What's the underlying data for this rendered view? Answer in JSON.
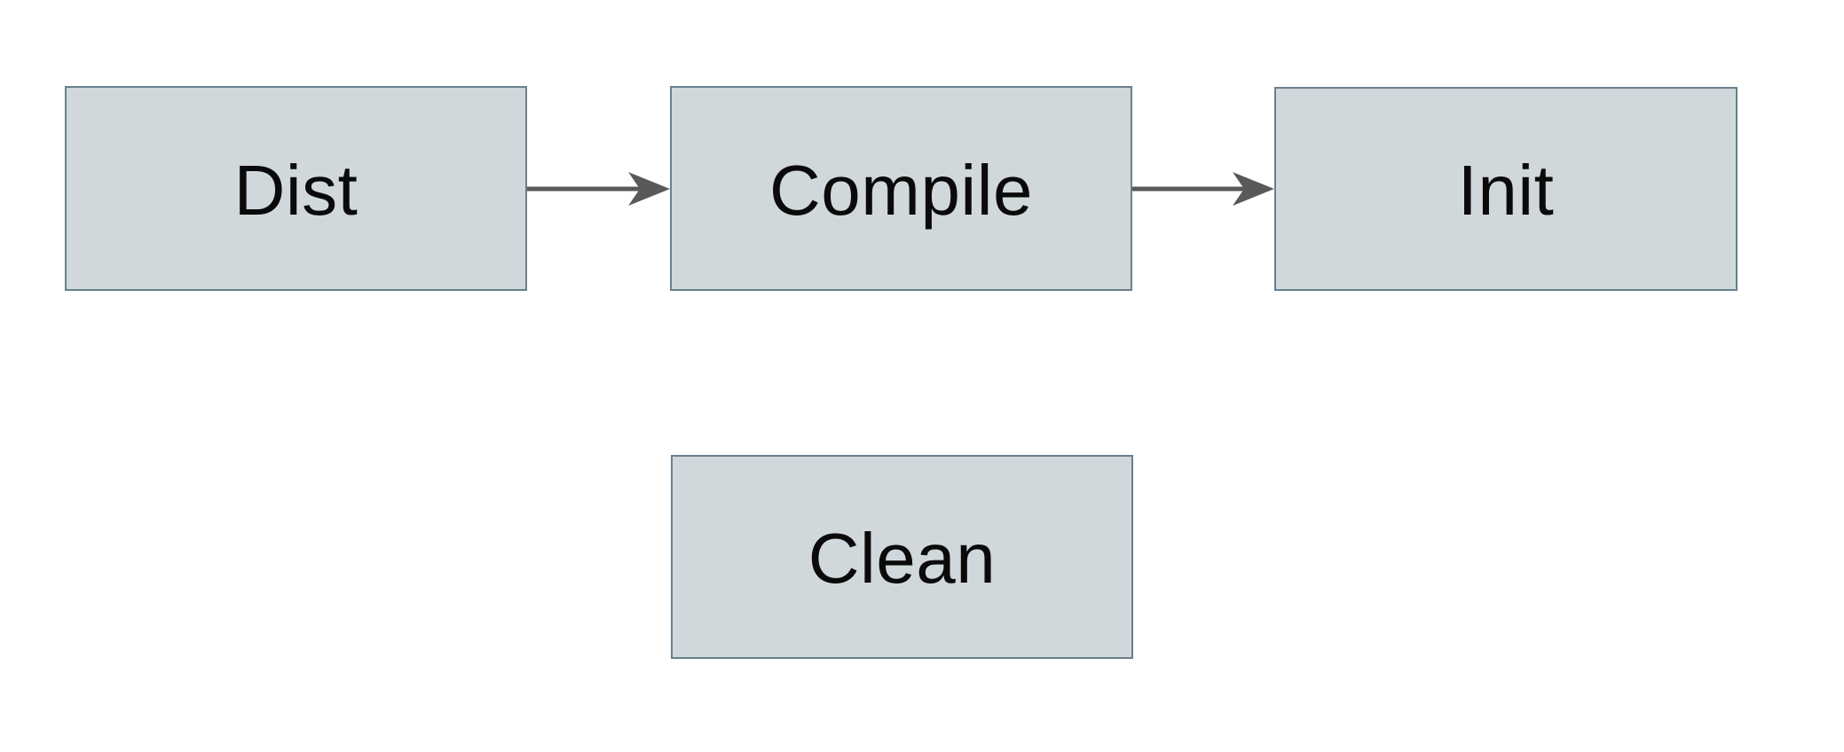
{
  "diagram": {
    "title": "build-targets-flowchart",
    "nodes": [
      {
        "id": "dist",
        "label": "Dist"
      },
      {
        "id": "compile",
        "label": "Compile"
      },
      {
        "id": "init",
        "label": "Init"
      },
      {
        "id": "clean",
        "label": "Clean"
      }
    ],
    "edges": [
      {
        "from": "Dist",
        "to": "Compile",
        "style": "arrow"
      },
      {
        "from": "Compile",
        "to": "Init",
        "style": "arrow"
      }
    ],
    "colors": {
      "background": "#ffffff",
      "node_fill": "#d1d8db",
      "node_border": "#68808f",
      "arrow": "#595959",
      "label_text": "#0a0a0a"
    }
  }
}
